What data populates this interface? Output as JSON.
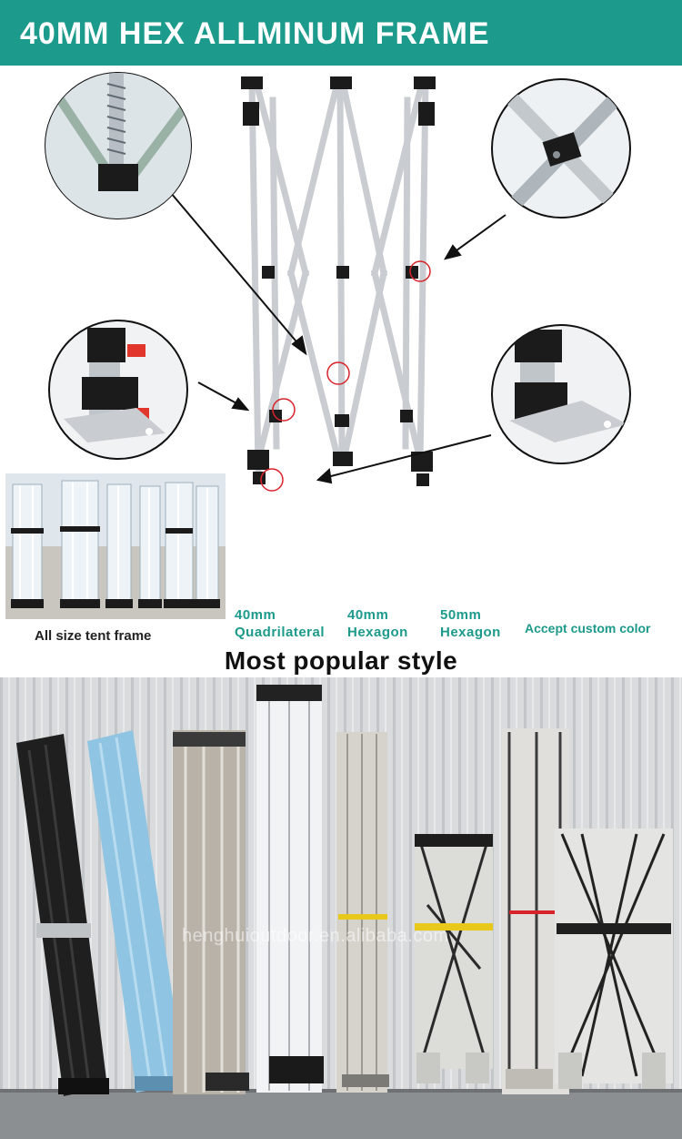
{
  "banner": {
    "title": "40MM HEX ALLMINUM FRAME"
  },
  "thumbnail": {
    "caption": "All size tent frame"
  },
  "tube_options": [
    {
      "size": "40mm",
      "shape": "Quadrilateral",
      "finish": "silver-black"
    },
    {
      "size": "40mm",
      "shape": "Hexagon",
      "finish": "silver-black"
    },
    {
      "size": "50mm",
      "shape": "Hexagon",
      "finish": "silver"
    },
    {
      "size": "",
      "shape": "",
      "finish": "custom-black-blue"
    }
  ],
  "custom_color": {
    "label": "Accept custom color"
  },
  "section": {
    "title": "Most popular style"
  },
  "photo": {
    "watermark": "henghuioutdoor.en.alibaba.com"
  },
  "colors": {
    "accent": "#1c9a8b",
    "highlight": "#d8232a",
    "frame": "#c9ccd0",
    "black": "#1b1b1b"
  },
  "icons": {
    "callout": "magnifier-circle-icon"
  }
}
